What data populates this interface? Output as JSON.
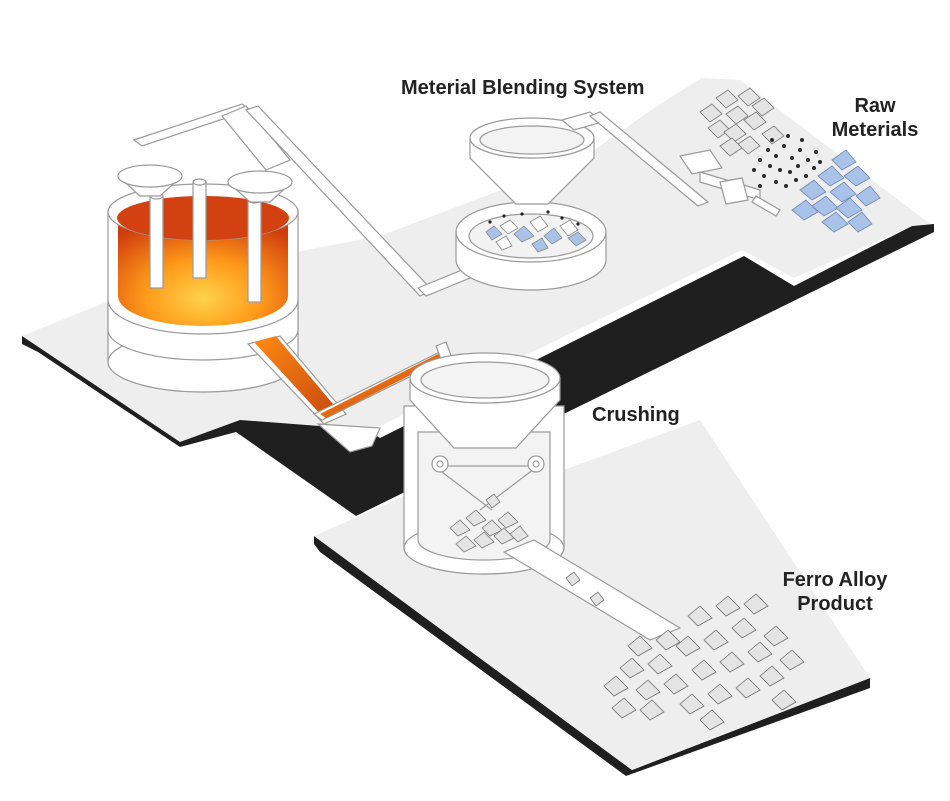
{
  "labels": {
    "blending": "Meterial Blending System",
    "raw_line1": "Raw",
    "raw_line2": "Meterials",
    "crushing": "Crushing",
    "product_line1": "Ferro Alloy",
    "product_line2": "Product"
  },
  "colors": {
    "platform": "#eeeeee",
    "platform_edge": "#1f1f1f",
    "outline": "#9a9a9a",
    "molten_inner": "#ffb21a",
    "molten_outer": "#d9480f",
    "raw_blue": "#a9c2e8",
    "product_grey": "#d8d8d8",
    "text": "#222222"
  }
}
